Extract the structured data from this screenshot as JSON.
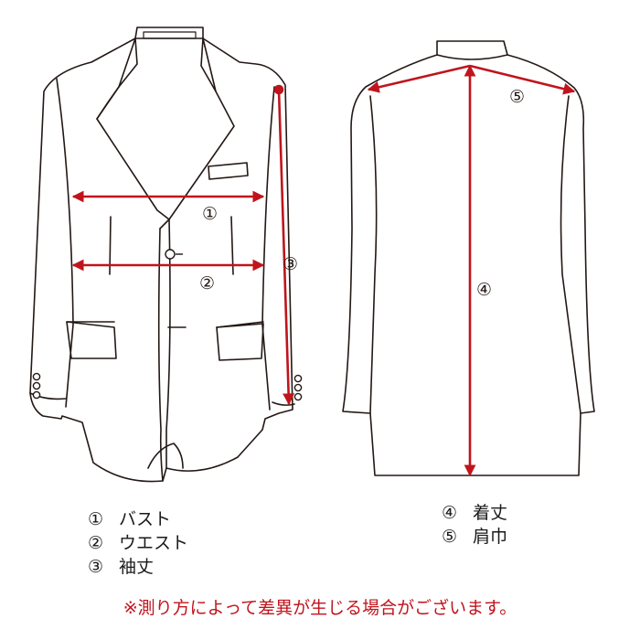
{
  "accent_color": "#c0141c",
  "line_color": "#231815",
  "markers": {
    "bust": "①",
    "waist": "②",
    "sleeve": "③",
    "length": "④",
    "shoulder": "⑤"
  },
  "legend_left": [
    {
      "num": "①",
      "label": "バスト"
    },
    {
      "num": "②",
      "label": "ウエスト"
    },
    {
      "num": "③",
      "label": "袖丈"
    }
  ],
  "legend_right": [
    {
      "num": "④",
      "label": "着丈"
    },
    {
      "num": "⑤",
      "label": "肩巾"
    }
  ],
  "note": "※測り方によって差異が生じる場合がございます。"
}
